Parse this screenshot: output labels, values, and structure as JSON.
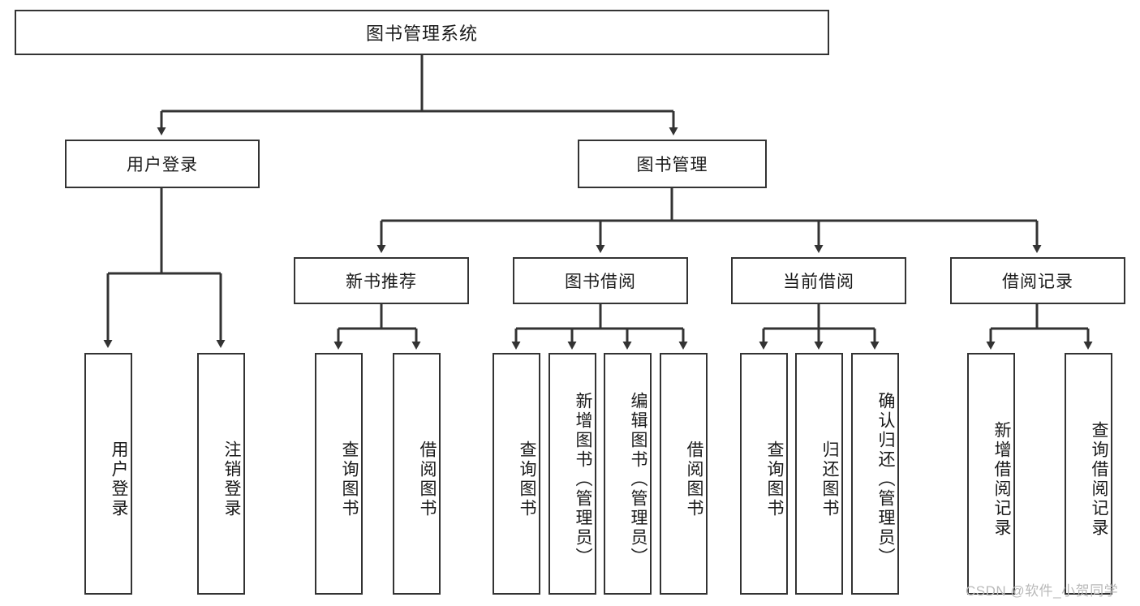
{
  "diagram": {
    "title": "图书管理系统",
    "type": "tree",
    "root": {
      "label": "图书管理系统",
      "children": [
        {
          "label": "用户登录",
          "children": [
            {
              "label": "用户登录"
            },
            {
              "label": "注销登录"
            }
          ]
        },
        {
          "label": "图书管理",
          "children": [
            {
              "label": "新书推荐",
              "children": [
                {
                  "label": "查询图书"
                },
                {
                  "label": "借阅图书"
                }
              ]
            },
            {
              "label": "图书借阅",
              "children": [
                {
                  "label": "查询图书"
                },
                {
                  "label": "新增图书（管理员）"
                },
                {
                  "label": "编辑图书（管理员）"
                },
                {
                  "label": "借阅图书"
                }
              ]
            },
            {
              "label": "当前借阅",
              "children": [
                {
                  "label": "查询图书"
                },
                {
                  "label": "归还图书"
                },
                {
                  "label": "确认归还（管理员）"
                }
              ]
            },
            {
              "label": "借阅记录",
              "children": [
                {
                  "label": "新增借阅记录"
                },
                {
                  "label": "查询借阅记录"
                }
              ]
            }
          ]
        }
      ]
    }
  },
  "nodes": {
    "root": "图书管理系统",
    "l1_user_login": "用户登录",
    "l1_book_manage": "图书管理",
    "l2_new_book": "新书推荐",
    "l2_borrow": "图书借阅",
    "l2_current": "当前借阅",
    "l2_record": "借阅记录",
    "leaf_user_login": "用户登录",
    "leaf_logout": "注销登录",
    "leaf_nb_query": "查询图书",
    "leaf_nb_borrow": "借阅图书",
    "leaf_bw_query": "查询图书",
    "leaf_bw_add": "新增图书（管理员）",
    "leaf_bw_edit": "编辑图书（管理员）",
    "leaf_bw_borrow": "借阅图书",
    "leaf_cur_query": "查询图书",
    "leaf_cur_return": "归还图书",
    "leaf_cur_confirm": "确认归还（管理员）",
    "leaf_rec_add": "新增借阅记录",
    "leaf_rec_query": "查询借阅记录"
  },
  "watermark": {
    "text": "CSDN @软件_小贺同学"
  },
  "colors": {
    "stroke": "#333333",
    "background": "#ffffff",
    "text": "#1a1a1a",
    "watermark": "#b9b9b9"
  }
}
